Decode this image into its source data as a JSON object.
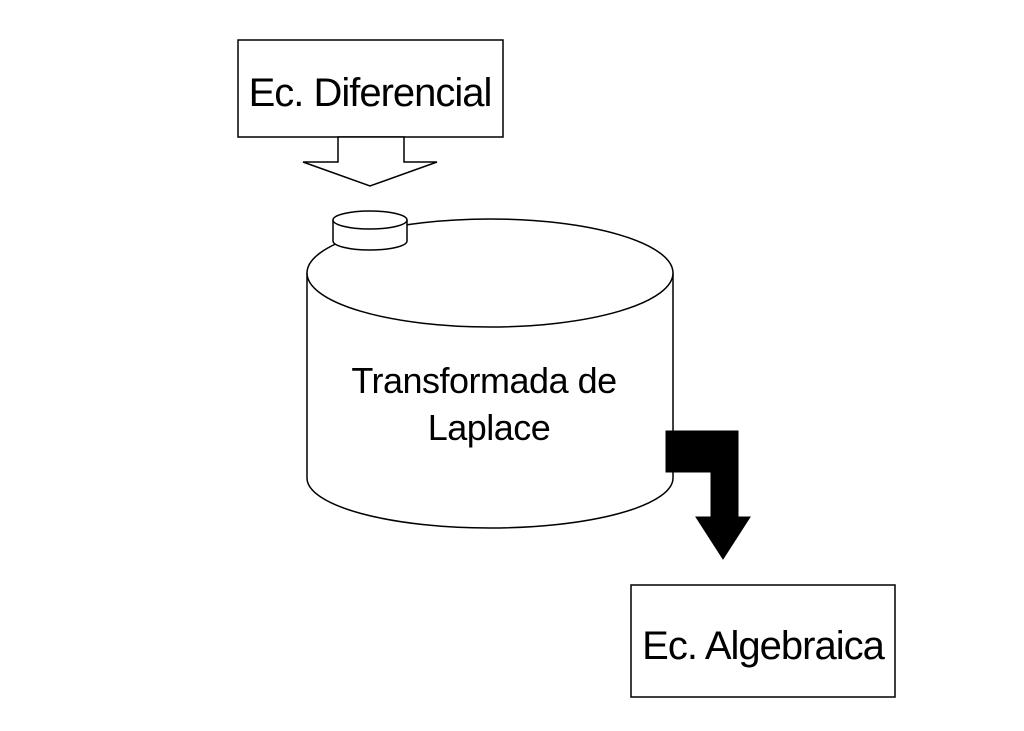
{
  "input_box": {
    "label": "Ec. Diferencial"
  },
  "tank": {
    "label_line1": "Transformada de",
    "label_line2": "Laplace"
  },
  "output_box": {
    "label": "Ec. Algebraica"
  },
  "colors": {
    "background": "#ffffff",
    "stroke": "#000000",
    "fill_arrow": "#000000"
  }
}
